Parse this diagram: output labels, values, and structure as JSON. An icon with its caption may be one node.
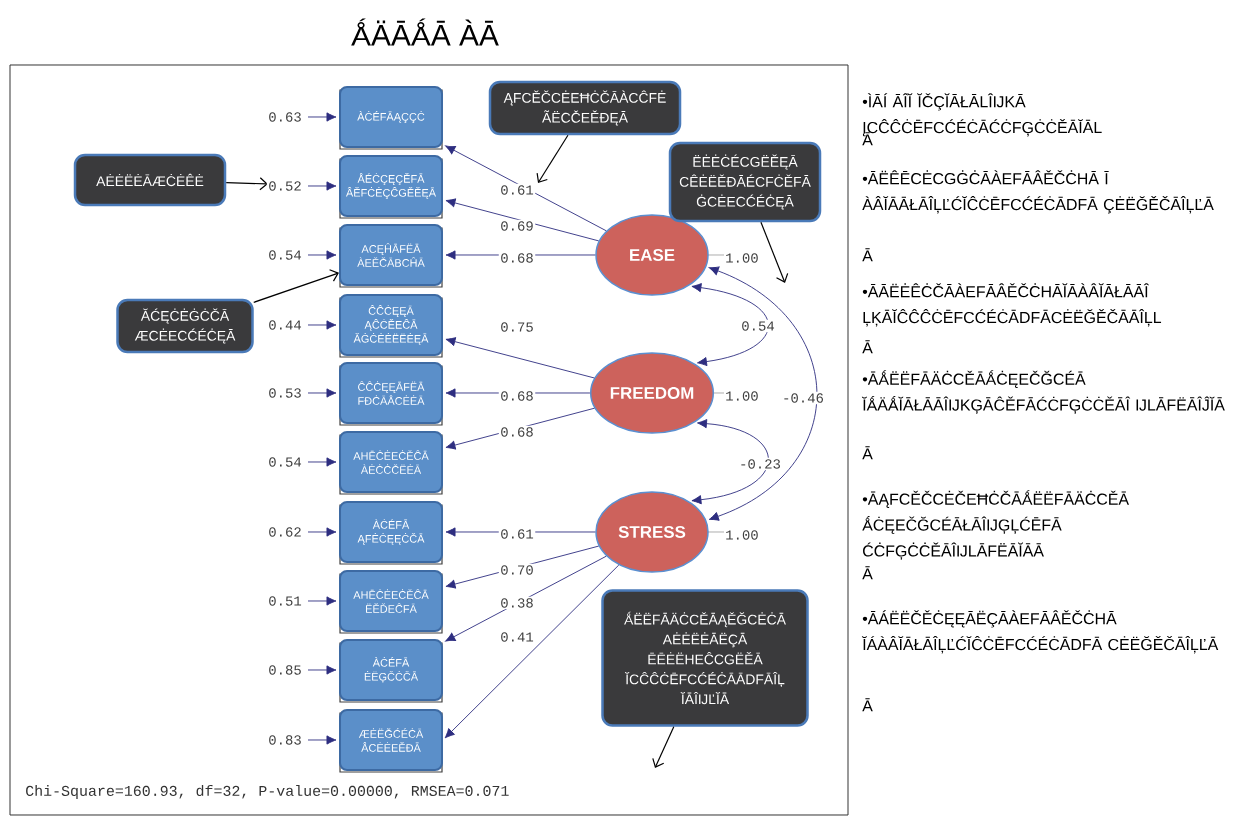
{
  "diagram": {
    "title": "ǺÄĀǺĀ ÀĀ",
    "nodes": [
      {
        "text": [
          "ÀĊÉFĀĄÇÇĊ"
        ]
      },
      {
        "text": [
          "ÅÉĊÇĘÇĚFĀ ÂĔFĊĖÇĈGĔĔĘĀ"
        ]
      },
      {
        "text": [
          "ACĘĤĀFËĀ ÀEĚČĀBCĤĀ"
        ]
      },
      {
        "text": [
          "ĈĈĊĘĘĀ ĄĈĊĚEĈĀ ĂĠĊĖĖËËĖĘĀ"
        ]
      },
      {
        "text": [
          "ĈĈĊĘĘĀFËĀ FĐĊĀÅCĖĖĀ"
        ]
      },
      {
        "text": [
          "AHĒĊĖEĊĚĈĀ ÀĖĊĊČËĖĀ"
        ]
      },
      {
        "text": [
          "ÀĊÉFĀ ĄFĖĊĘĘĊČĀ"
        ]
      },
      {
        "text": [
          "AHĒĊĖEĊĚĈĀ ËĔĎEĈFĀ"
        ]
      },
      {
        "text": [
          "ÀĊÉFĀ ĖËĢČĊČĀ"
        ]
      },
      {
        "text": [
          "ÆĖËĞĆÉĊĀ ÅCĖĖEĔĐĀ"
        ]
      },
      {
        "text": [
          "EASE"
        ],
        "beside": [
          "1.00"
        ]
      },
      {
        "text": [
          "FREEDOM"
        ],
        "beside": [
          "1.00"
        ]
      },
      {
        "text": [
          "STRESS"
        ],
        "beside": [
          "1.00"
        ]
      },
      {
        "text": [
          "AĖĖËĖĀÆĊĖÊĖ"
        ]
      },
      {
        "text": [
          "ĂĆĘĊĖĠĊČĀ ÆCĖECĆÉĊĘĀ"
        ]
      },
      {
        "text": [
          "ĄFCĚČCĖEĦĊČĀÀCĈFĖ ÃËCČEĚĐĘĀ"
        ]
      },
      {
        "text": [
          "ËĖĖĊÉCGËĚĘĀ CÊĖËĚĐĀÉCFĊĚFĀ ĠCĖECĆÉĊĘĀ"
        ]
      },
      {
        "text": [
          "ǺËËFĀÄĊCĚĀĄĚĞCĖĊĀ AĖĖËĖĀËÇĀ ĒĒĖËHEĈCGËĚĀ ĬCĈĈĊĒFCĆÉĊĀĀDFĀÎĻ ĬĀÎĲĽĬĀ"
        ]
      }
    ],
    "edges": [
      {
        "from": null,
        "to": 0,
        "arrow": "to",
        "label": "0.63"
      },
      {
        "from": null,
        "to": 1,
        "arrow": "to",
        "label": "0.52"
      },
      {
        "from": null,
        "to": 2,
        "arrow": "to",
        "label": "0.54"
      },
      {
        "from": null,
        "to": 3,
        "arrow": "to",
        "label": "0.44"
      },
      {
        "from": null,
        "to": 4,
        "arrow": "to",
        "label": "0.53"
      },
      {
        "from": null,
        "to": 5,
        "arrow": "to",
        "label": "0.54"
      },
      {
        "from": null,
        "to": 6,
        "arrow": "to",
        "label": "0.62"
      },
      {
        "from": null,
        "to": 7,
        "arrow": "to",
        "label": "0.51"
      },
      {
        "from": null,
        "to": 8,
        "arrow": "to",
        "label": "0.85"
      },
      {
        "from": null,
        "to": 9,
        "arrow": "to",
        "label": "0.83"
      },
      {
        "from": 10,
        "to": 0,
        "arrow": "to",
        "label": "0.61"
      },
      {
        "from": 10,
        "to": 1,
        "arrow": "to",
        "label": "0.69"
      },
      {
        "from": 10,
        "to": 2,
        "arrow": "to",
        "label": "0.68"
      },
      {
        "from": 11,
        "to": 3,
        "arrow": "to",
        "label": "0.75"
      },
      {
        "from": 11,
        "to": 4,
        "arrow": "to",
        "label": "0.68"
      },
      {
        "from": 11,
        "to": 5,
        "arrow": "to",
        "label": "0.68"
      },
      {
        "from": 12,
        "to": 6,
        "arrow": "to",
        "label": "0.61"
      },
      {
        "from": 12,
        "to": 7,
        "arrow": "to",
        "label": "0.70"
      },
      {
        "from": 12,
        "to": 8,
        "arrow": "to",
        "label": "0.38"
      },
      {
        "from": 12,
        "to": 9,
        "arrow": "to",
        "label": "0.41"
      },
      {
        "from": 10,
        "to": 11,
        "arrow": "both",
        "label": "0.54"
      },
      {
        "from": 10,
        "to": 12,
        "arrow": "both",
        "label": "-0.46"
      },
      {
        "from": 11,
        "to": 12,
        "arrow": "both",
        "label": "-0.23"
      },
      {
        "from": 13,
        "to": null,
        "arrow": "to",
        "color": "#000000"
      },
      {
        "from": 14,
        "to": 2,
        "arrow": "to",
        "color": "#000000"
      },
      {
        "from": 15,
        "to": null,
        "arrow": "to",
        "color": "#000000"
      },
      {
        "from": 16,
        "to": null,
        "arrow": "to",
        "color": "#000000"
      },
      {
        "from": 17,
        "to": null,
        "arrow": "to",
        "color": "#000000"
      }
    ],
    "labels": [
      "Chi-Square=160.93, df=32, P-value=0.00000, RMSEA=0.071",
      "•ÌĀÍ ĀÎĬ ĬČÇĬĀŁĀLÎĲKĀ ĮCĈĈĊĒFCĆÉĊĀĆĊFĢĊĊĚĀĬĀL",
      "Ā",
      "•ĀËÊĒCĖCGĠĊĀÀEFĀÂĚČĊHĀ Ī ÀÂĬĀĀŁĀÎĻĽĆĬĈĊĒFCĆÉĊĀDFĀ ÇĖËĞĚČĀÎĻĽĀ",
      "Ā",
      "•ĀĀËĖÊĊČĀÀEFĀÂĚČĊHĀĬĀÀÂĬĀŁĀĀÎ ĻĶĀĬĈĈĈĊĒFCĆÉĊĀDFĀCĖËĞĚČĀĀÎĻL",
      "Ā",
      "•ĀǺËËFĀÄĊCĚĀǺĊĘEČĞCÉĀ ĬǺÄǺĬĀŁĀĀÎĲKĢĀĈĚFĀĆĊFĢĊĊĚĀÎ ĲLĀFËĀÎĴĬĀ",
      "Ā",
      "•ĀĄFCĚČCĖČEĦĊČĀǺËËFĀÄĊCĚĀ ǺĊĘEČĞCÉĀŁĀÎĲĢĻĆĒFĀ ĆĊFĢĊĊĚĀÎĲLĀFËĀĬĀĀ",
      "Ā",
      "•ĀÁËËČĚĊĘĘĀËÇĀÀEFĀÂĚČĊHĀ ĬÁÀÂĬĀŁĀÎĻĽĆĬĈĊĒFCĆÉĊĀDFĀ CĖËĞĚČĀÎĻĽĀ",
      "Ā"
    ]
  }
}
